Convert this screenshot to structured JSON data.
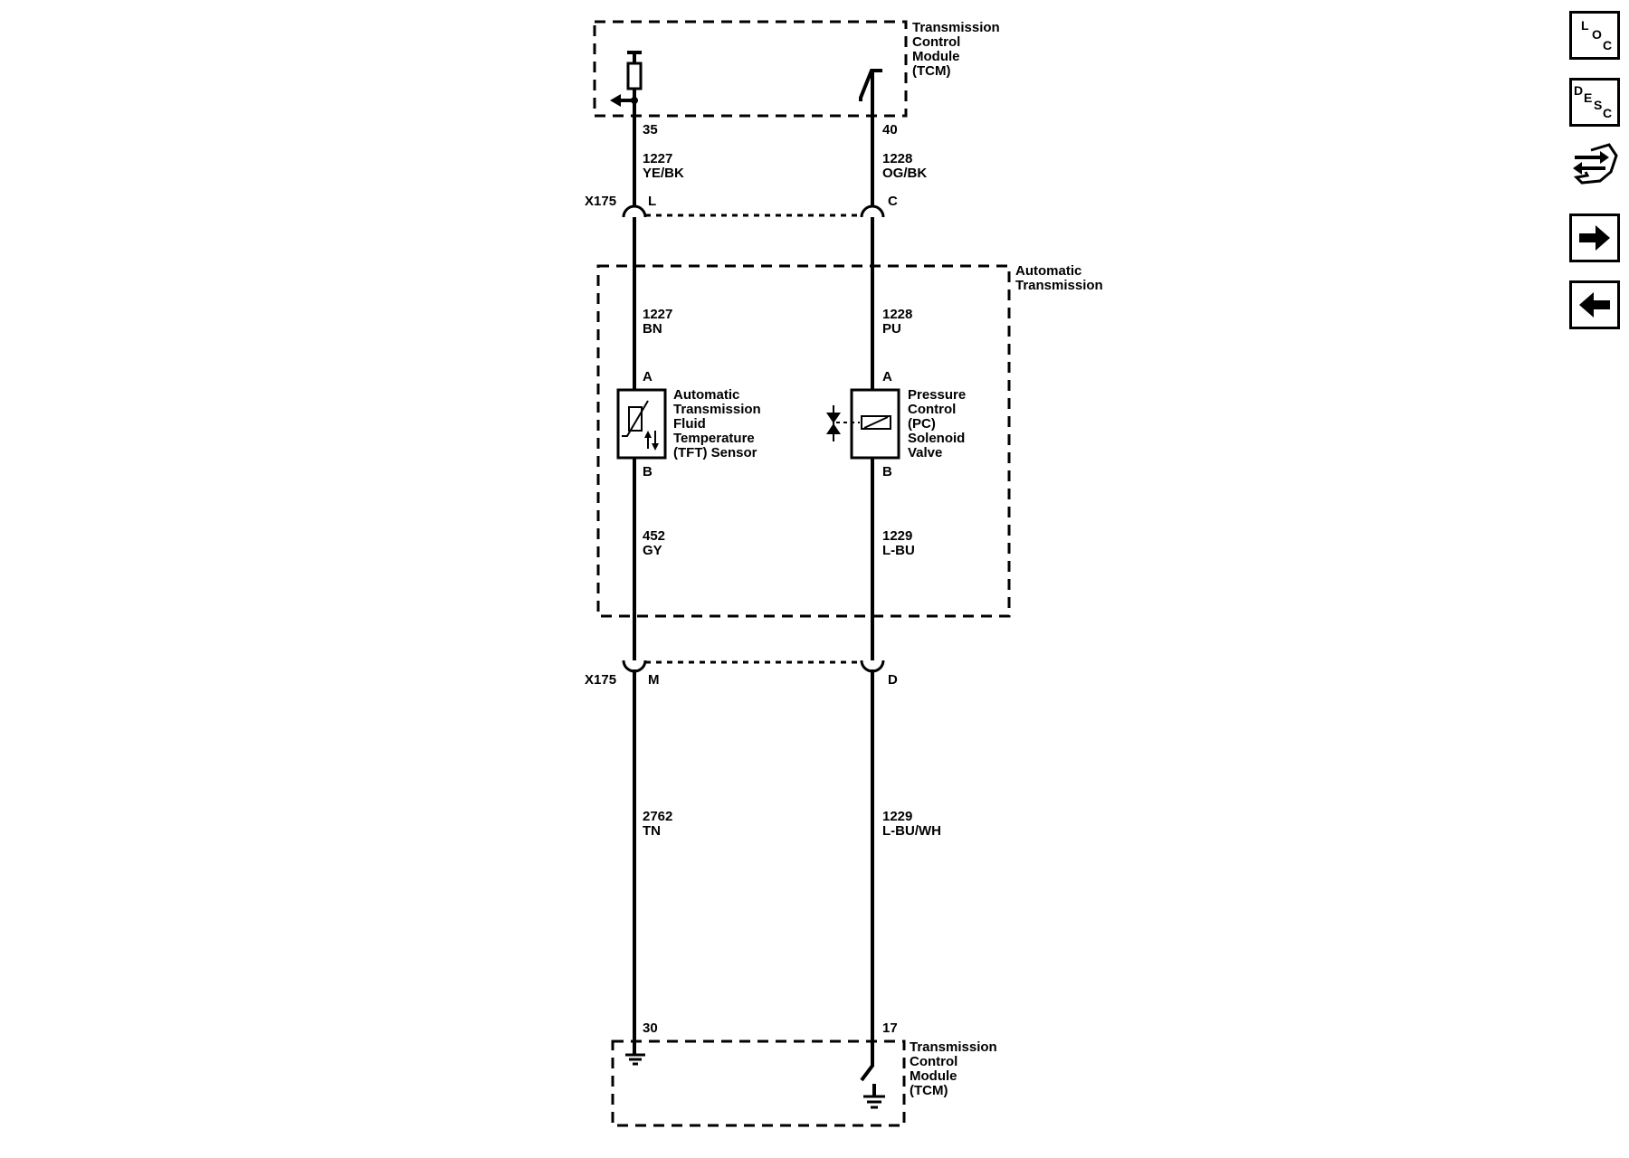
{
  "modules": {
    "tcm_top": [
      "Transmission",
      "Control",
      "Module",
      "(TCM)"
    ],
    "tcm_bottom": [
      "Transmission",
      "Control",
      "Module",
      "(TCM)"
    ],
    "auto_trans": [
      "Automatic",
      "Transmission"
    ]
  },
  "pins": {
    "tcm_35": "35",
    "tcm_40": "40",
    "tcm_30": "30",
    "tcm_17": "17"
  },
  "connectors": {
    "x175_top": "X175",
    "x175_top_L": "L",
    "x175_top_C": "C",
    "x175_bottom": "X175",
    "x175_bottom_M": "M",
    "x175_bottom_D": "D"
  },
  "wires": {
    "w1": {
      "circuit": "1227",
      "color": "YE/BK"
    },
    "w2": {
      "circuit": "1228",
      "color": "OG/BK"
    },
    "w3": {
      "circuit": "1227",
      "color": "BN"
    },
    "w4": {
      "circuit": "1228",
      "color": "PU"
    },
    "w5": {
      "circuit": "452",
      "color": "GY"
    },
    "w6": {
      "circuit": "1229",
      "color": "L-BU"
    },
    "w7": {
      "circuit": "2762",
      "color": "TN"
    },
    "w8": {
      "circuit": "1229",
      "color": "L-BU/WH"
    }
  },
  "components": {
    "tft": {
      "pin_a": "A",
      "pin_b": "B",
      "label": [
        "Automatic",
        "Transmission",
        "Fluid",
        "Temperature",
        "(TFT) Sensor"
      ]
    },
    "pc": {
      "pin_a": "A",
      "pin_b": "B",
      "label": [
        "Pressure",
        "Control",
        "(PC)",
        "Solenoid",
        "Valve"
      ]
    }
  },
  "nav": {
    "loc": {
      "l1": "L",
      "l2": "O",
      "l3": "C",
      "icon": "location-icon"
    },
    "desc": {
      "l1": "D",
      "l2": "E",
      "l3": "S",
      "l4": "C",
      "icon": "description-icon"
    },
    "connector_icon": "connector-end-view-icon",
    "next_icon": "arrow-right-icon",
    "prev_icon": "arrow-left-icon"
  }
}
